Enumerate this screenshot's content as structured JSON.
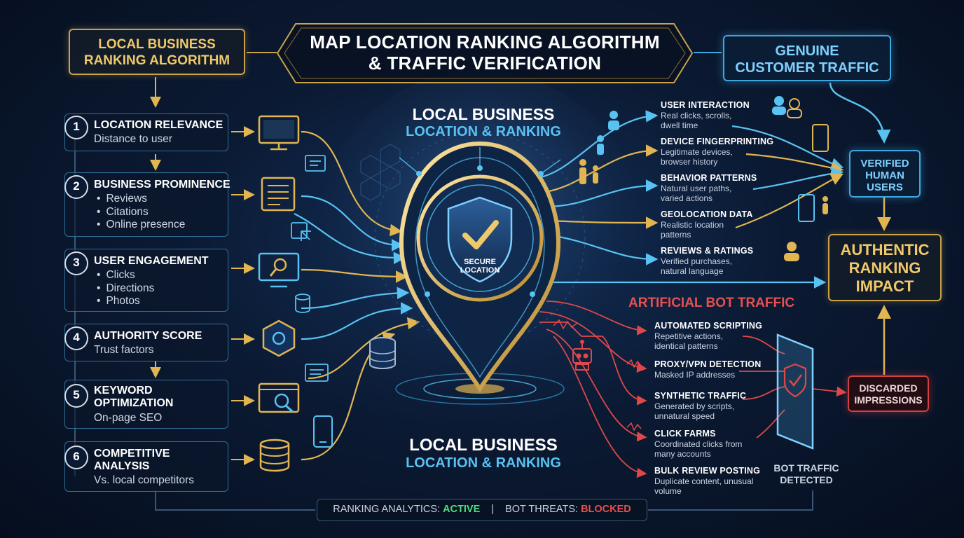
{
  "header": {
    "title_line1": "MAP LOCATION RANKING ALGORITHM",
    "title_line2": "& TRAFFIC VERIFICATION",
    "left_box_line1": "LOCAL BUSINESS",
    "left_box_line2": "RANKING ALGORITHM",
    "right_box_line1": "GENUINE",
    "right_box_line2": "CUSTOMER TRAFFIC"
  },
  "steps": [
    {
      "num": "1",
      "title": "LOCATION RELEVANCE",
      "sub": [
        "Distance to user"
      ],
      "bullets": []
    },
    {
      "num": "2",
      "title": "BUSINESS PROMINENCE",
      "sub": [],
      "bullets": [
        "Reviews",
        "Citations",
        "Online presence"
      ]
    },
    {
      "num": "3",
      "title": "USER ENGAGEMENT",
      "sub": [],
      "bullets": [
        "Clicks",
        "Directions",
        "Photos"
      ]
    },
    {
      "num": "4",
      "title": "AUTHORITY SCORE",
      "sub": [
        "Trust factors"
      ],
      "bullets": []
    },
    {
      "num": "5",
      "title": "KEYWORD OPTIMIZATION",
      "sub": [
        "On-page SEO"
      ],
      "bullets": []
    },
    {
      "num": "6",
      "title": "COMPETITIVE ANALYSIS",
      "sub": [
        "Vs. local competitors"
      ],
      "bullets": []
    }
  ],
  "center": {
    "top_line1": "LOCAL BUSINESS",
    "top_line2": "LOCATION & RANKING",
    "bottom_line1": "LOCAL BUSINESS",
    "bottom_line2": "LOCATION & RANKING",
    "shield_line1": "SECURE",
    "shield_line2": "LOCATION"
  },
  "genuine_signals": [
    {
      "title": "USER INTERACTION",
      "desc": [
        "Real clicks, scrolls,",
        "dwell time"
      ]
    },
    {
      "title": "DEVICE FINGERPRINTING",
      "desc": [
        "Legitimate devices,",
        "browser history"
      ]
    },
    {
      "title": "BEHAVIOR PATTERNS",
      "desc": [
        "Natural user paths,",
        "varied actions"
      ]
    },
    {
      "title": "GEOLOCATION DATA",
      "desc": [
        "Realistic location",
        "patterns"
      ]
    },
    {
      "title": "REVIEWS & RATINGS",
      "desc": [
        "Verified purchases,",
        "natural language"
      ]
    }
  ],
  "bot": {
    "title": "ARTIFICIAL BOT TRAFFIC",
    "detected_line1": "BOT TRAFFIC",
    "detected_line2": "DETECTED",
    "signals": [
      {
        "title": "AUTOMATED SCRIPTING",
        "desc": [
          "Repetitive actions,",
          "identical patterns"
        ]
      },
      {
        "title": "PROXY/VPN DETECTION",
        "desc": [
          "Masked IP addresses"
        ]
      },
      {
        "title": "SYNTHETIC TRAFFIC",
        "desc": [
          "Generated by scripts,",
          "unnatural speed"
        ]
      },
      {
        "title": "CLICK FARMS",
        "desc": [
          "Coordinated clicks from",
          "many accounts"
        ]
      },
      {
        "title": "BULK REVIEW POSTING",
        "desc": [
          "Duplicate content, unusual",
          "volume"
        ]
      }
    ]
  },
  "right": {
    "verified_line1": "VERIFIED",
    "verified_line2": "HUMAN",
    "verified_line3": "USERS",
    "impact_line1": "AUTHENTIC",
    "impact_line2": "RANKING",
    "impact_line3": "IMPACT",
    "discarded_line1": "DISCARDED",
    "discarded_line2": "IMPRESSIONS"
  },
  "status": {
    "analytics_label": "RANKING ANALYTICS: ",
    "analytics_value": "ACTIVE",
    "separator": "|",
    "threats_label": "BOT THREATS: ",
    "threats_value": "BLOCKED"
  },
  "colors": {
    "gold": "#c9a24a",
    "blue": "#3fa7e0",
    "red": "#d34040",
    "green": "#4ade80"
  }
}
